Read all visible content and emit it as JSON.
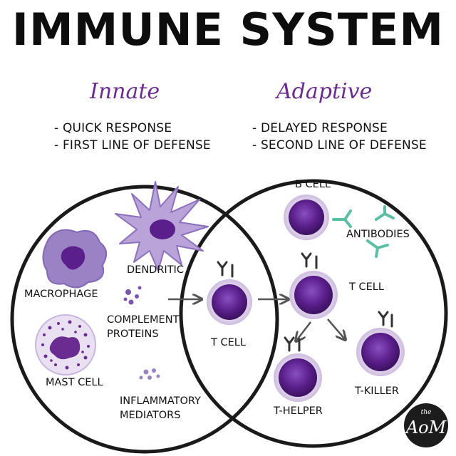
{
  "title": "IMMUNE SYSTEM",
  "innate": {
    "heading": "Innate",
    "points": [
      "- QUICK RESPONSE",
      "- FIRST LINE OF DEFENSE"
    ],
    "labels": {
      "dendritic": "DENDRITIC",
      "macrophage": "MACROPHAGE",
      "complement_line1": "COMPLEMENT",
      "complement_line2": "PROTEINS",
      "mast_cell": "MAST CELL",
      "inflammatory_line1": "INFLAMMATORY",
      "inflammatory_line2": "MEDIATORS"
    }
  },
  "adaptive": {
    "heading": "Adaptive",
    "points": [
      "- DELAYED RESPONSE",
      "- SECOND LINE OF DEFENSE"
    ],
    "labels": {
      "b_cell": "B CELL",
      "antibodies": "ANTIBODIES",
      "t_cell": "T CELL",
      "t_helper": "T-HELPER",
      "t_killer": "T-KILLER"
    }
  },
  "overlap": {
    "t_cell": "T CELL"
  },
  "logo": {
    "small": "the",
    "big": "AoM"
  },
  "colors": {
    "heading_purple": "#6a2c91",
    "cell_purple": "#5a1f8a",
    "cell_halo": "#d9cce8",
    "macrophage_lavender": "#9a82c4",
    "antibody_teal": "#5bbfa6",
    "outline": "#1a1a1a"
  }
}
